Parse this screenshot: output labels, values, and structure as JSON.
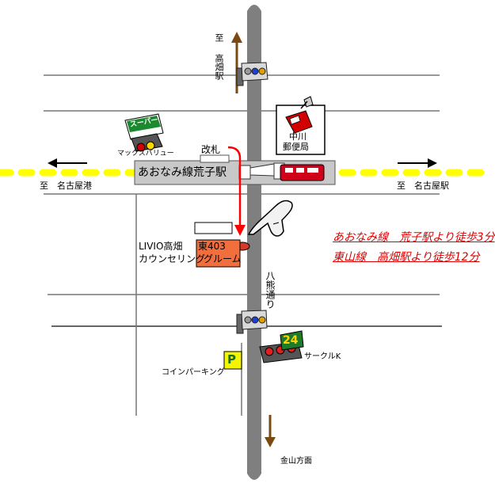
{
  "labels": {
    "north_to": "至",
    "north_station": "高畑駅",
    "post_office_1": "中川",
    "post_office_2": "郵便局",
    "supermarket_sign": "スーパー",
    "supermarket_name": "マックスバリュー",
    "ticket_gate": "改札",
    "station_name": "あおなみ線荒子駅",
    "west_dir": "至　名古屋港",
    "east_dir": "至　名古屋駅",
    "clinic_line1_a": "LIVIO高畑",
    "clinic_line1_b": "東403",
    "clinic_line2_a": "カウンセリング",
    "clinic_line2_b": "グルーム",
    "street_name": "八熊通り",
    "store_24": "24",
    "circle_k": "サークルK",
    "parking_p": "P",
    "coin_parking": "コインパーキング",
    "south_dir": "金山方面"
  },
  "access": {
    "line1": "あおなみ線　荒子駅より徒歩3分",
    "line2": "東山線　高畑駅より徒歩12分"
  },
  "colors": {
    "road": "#7f7f7f",
    "railway_dash": "#ffff00",
    "station_box": "#c8c8c8",
    "route_arrow": "#ff0000",
    "clinic_box": "#f26e3c",
    "direction_arrow": "#7a4a12",
    "access_text": "#e00000"
  },
  "icons": [
    "traffic-light-icon",
    "post-office-icon",
    "supermarket-icon",
    "train-icon",
    "pointing-hand-icon",
    "convenience-store-icon",
    "parking-icon"
  ]
}
